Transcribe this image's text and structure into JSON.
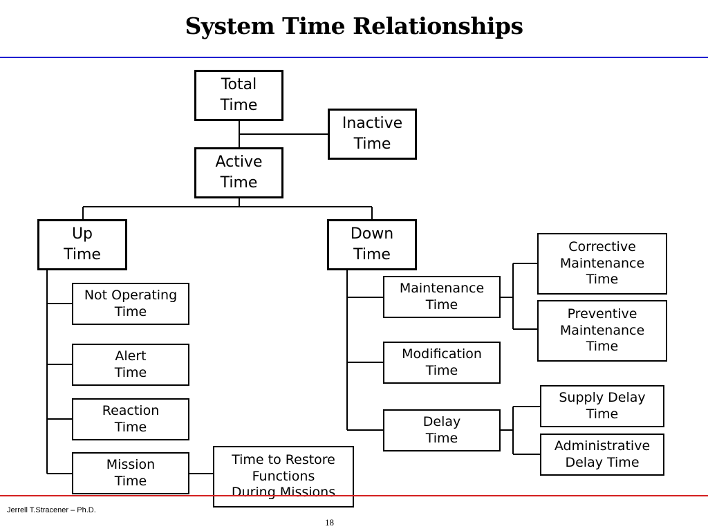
{
  "title": "System Time Relationships",
  "nodes": {
    "total_time": "Total\nTime",
    "inactive_time": "Inactive\nTime",
    "active_time": "Active\nTime",
    "up_time": "Up\nTime",
    "down_time": "Down\nTime",
    "not_operating_time": "Not Operating\nTime",
    "alert_time": "Alert\nTime",
    "reaction_time": "Reaction\nTime",
    "mission_time": "Mission\nTime",
    "time_to_restore": "Time to Restore\nFunctions\nDuring Missions",
    "maintenance_time": "Maintenance\nTime",
    "modification_time": "Modification\nTime",
    "delay_time": "Delay\nTime",
    "corrective_maintenance_time": "Corrective\nMaintenance\nTime",
    "preventive_maintenance_time": "Preventive\nMaintenance\nTime",
    "supply_delay_time": "Supply Delay\nTime",
    "administrative_delay_time": "Administrative\nDelay Time"
  },
  "footer": {
    "author": "Jerrell T.Stracener – Ph.D.",
    "page_number": "18"
  },
  "colors": {
    "top_rule": "#1f1fd0",
    "bottom_rule": "#d42020"
  }
}
